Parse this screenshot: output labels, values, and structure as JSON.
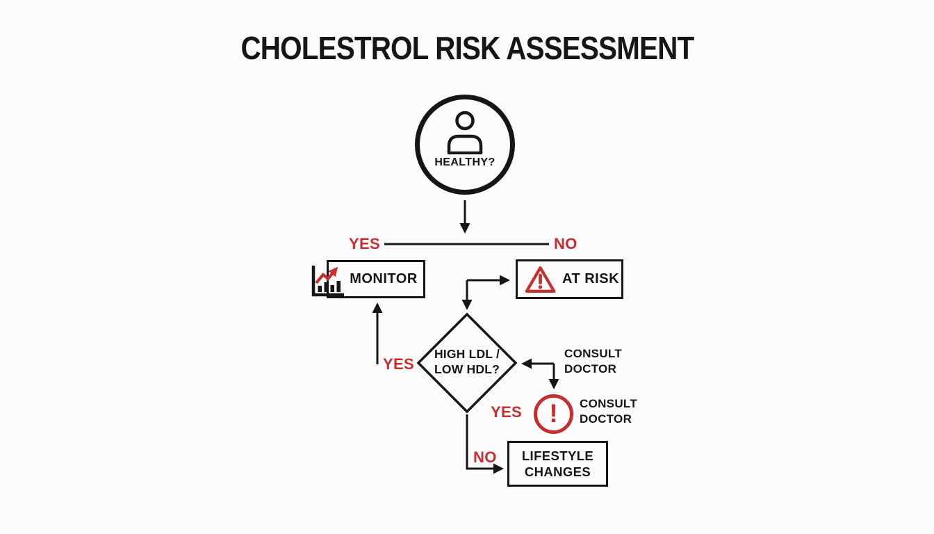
{
  "title": "CHOLESTROL RISK ASSESSMENT",
  "colors": {
    "ink": "#161616",
    "red": "#c62f2f",
    "background": "#fcfcfc"
  },
  "flowchart": {
    "start": {
      "label": "HEALTHY?",
      "icon": "person-icon"
    },
    "edge_yes_top": {
      "label": "YES"
    },
    "edge_no_top": {
      "label": "NO"
    },
    "monitor": {
      "label": "MONITOR",
      "icon": "bar-chart-trend-icon"
    },
    "at_risk": {
      "label": "AT RISK",
      "icon": "warning-triangle-icon"
    },
    "decision": {
      "line1": "HIGH LDL /",
      "line2": "LOW HDL?"
    },
    "edge_yes_left": {
      "label": "YES"
    },
    "consult_doctor_note": {
      "line1": "CONSULT",
      "line2": "DOCTOR"
    },
    "edge_yes_right": {
      "label": "YES"
    },
    "consult_doctor": {
      "icon": "exclamation-circle-icon",
      "exclamation": "!",
      "line1": "CONSULT",
      "line2": "DOCTOR"
    },
    "edge_no_bottom": {
      "label": "NO"
    },
    "lifestyle": {
      "line1": "LIFESTYLE",
      "line2": "CHANGES"
    }
  }
}
